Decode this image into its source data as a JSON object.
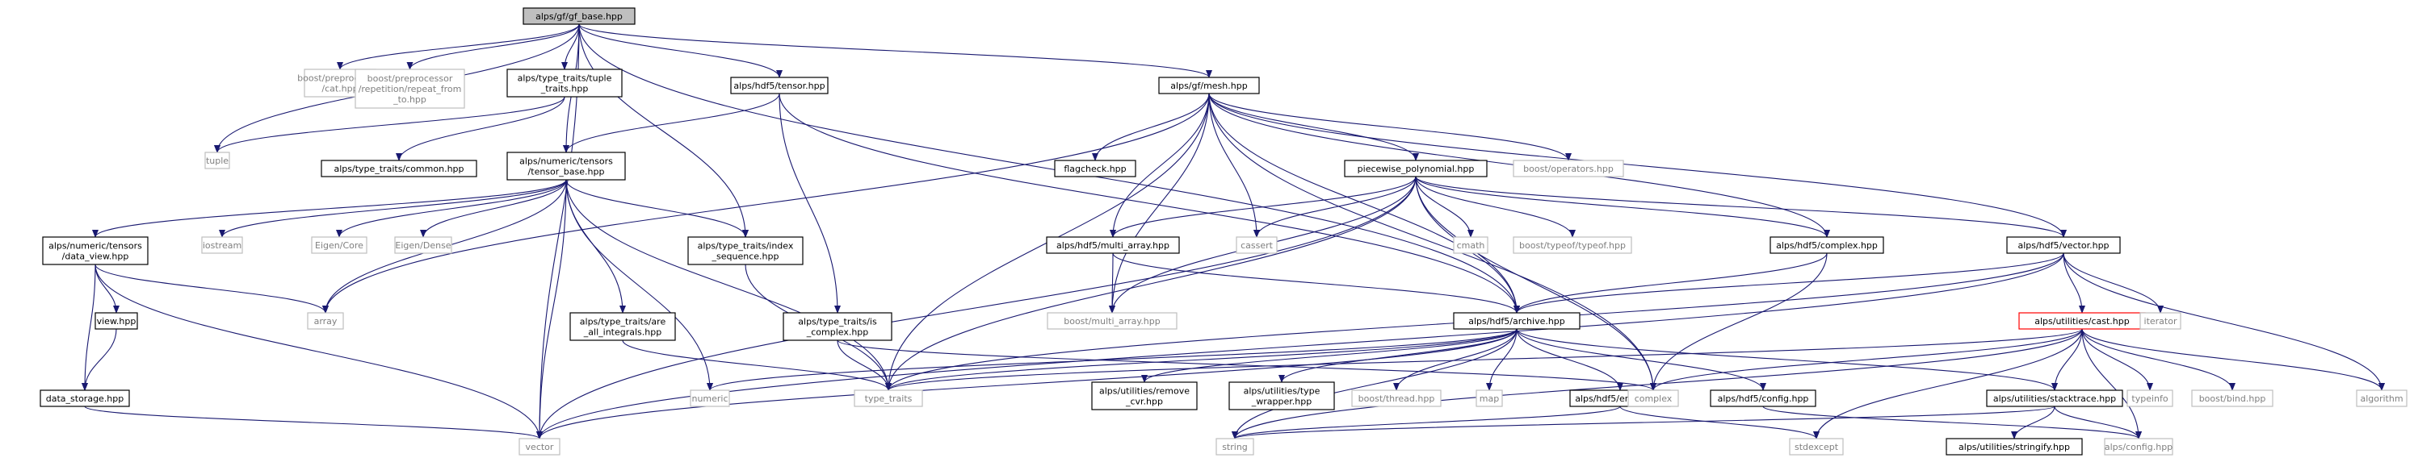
{
  "diagram": {
    "title": "alps/gf/gf_base.hpp",
    "colors": {
      "edge": "#191970",
      "root_fill": "#bfbfbf",
      "node_stroke": "#000000",
      "external_stroke": "#bfbfbf",
      "external_text": "#7f7f7f",
      "truncated_stroke": "#ff0000"
    },
    "nodes": [
      {
        "id": "n0",
        "lines": [
          "alps/gf/gf_base.hpp"
        ],
        "kind": "root"
      },
      {
        "id": "n1",
        "lines": [
          "tuple"
        ],
        "kind": "external"
      },
      {
        "id": "n2",
        "lines": [
          "boost/preprocessor",
          "/cat.hpp"
        ],
        "kind": "external"
      },
      {
        "id": "n3",
        "lines": [
          "boost/preprocessor",
          "/repetition/repeat_from",
          "_to.hpp"
        ],
        "kind": "external"
      },
      {
        "id": "n4",
        "lines": [
          "alps/type_traits/tuple",
          "_traits.hpp"
        ],
        "kind": "normal"
      },
      {
        "id": "n5",
        "lines": [
          "alps/hdf5/tensor.hpp"
        ],
        "kind": "normal"
      },
      {
        "id": "n6",
        "lines": [
          "alps/gf/mesh.hpp"
        ],
        "kind": "normal"
      },
      {
        "id": "n7",
        "lines": [
          "alps/type_traits/common.hpp"
        ],
        "kind": "normal"
      },
      {
        "id": "n8",
        "lines": [
          "alps/numeric/tensors",
          "/tensor_base.hpp"
        ],
        "kind": "normal"
      },
      {
        "id": "n9",
        "lines": [
          "flagcheck.hpp"
        ],
        "kind": "normal"
      },
      {
        "id": "n10",
        "lines": [
          "piecewise_polynomial.hpp"
        ],
        "kind": "normal"
      },
      {
        "id": "n11",
        "lines": [
          "boost/operators.hpp"
        ],
        "kind": "external"
      },
      {
        "id": "n12",
        "lines": [
          "alps/numeric/tensors",
          "/data_view.hpp"
        ],
        "kind": "normal"
      },
      {
        "id": "n13",
        "lines": [
          "iostream"
        ],
        "kind": "external"
      },
      {
        "id": "n14",
        "lines": [
          "Eigen/Core"
        ],
        "kind": "external"
      },
      {
        "id": "n15",
        "lines": [
          "Eigen/Dense"
        ],
        "kind": "external"
      },
      {
        "id": "n16",
        "lines": [
          "alps/type_traits/index",
          "_sequence.hpp"
        ],
        "kind": "normal"
      },
      {
        "id": "n17",
        "lines": [
          "alps/hdf5/multi_array.hpp"
        ],
        "kind": "normal"
      },
      {
        "id": "n18",
        "lines": [
          "cassert"
        ],
        "kind": "external"
      },
      {
        "id": "n19",
        "lines": [
          "cmath"
        ],
        "kind": "external"
      },
      {
        "id": "n20",
        "lines": [
          "boost/typeof/typeof.hpp"
        ],
        "kind": "external"
      },
      {
        "id": "n21",
        "lines": [
          "alps/hdf5/complex.hpp"
        ],
        "kind": "normal"
      },
      {
        "id": "n22",
        "lines": [
          "alps/hdf5/vector.hpp"
        ],
        "kind": "normal"
      },
      {
        "id": "n23",
        "lines": [
          "view.hpp"
        ],
        "kind": "normal"
      },
      {
        "id": "n24",
        "lines": [
          "array"
        ],
        "kind": "external"
      },
      {
        "id": "n25",
        "lines": [
          "alps/type_traits/are",
          "_all_integrals.hpp"
        ],
        "kind": "normal"
      },
      {
        "id": "n26",
        "lines": [
          "alps/type_traits/is",
          "_complex.hpp"
        ],
        "kind": "normal"
      },
      {
        "id": "n27",
        "lines": [
          "boost/multi_array.hpp"
        ],
        "kind": "external"
      },
      {
        "id": "n28",
        "lines": [
          "alps/hdf5/archive.hpp"
        ],
        "kind": "normal"
      },
      {
        "id": "n29",
        "lines": [
          "alps/utilities/cast.hpp"
        ],
        "kind": "truncated"
      },
      {
        "id": "n30",
        "lines": [
          "iterator"
        ],
        "kind": "external"
      },
      {
        "id": "n31",
        "lines": [
          "data_storage.hpp"
        ],
        "kind": "normal"
      },
      {
        "id": "n32",
        "lines": [
          "numeric"
        ],
        "kind": "external"
      },
      {
        "id": "n33",
        "lines": [
          "type_traits"
        ],
        "kind": "external"
      },
      {
        "id": "n34",
        "lines": [
          "alps/utilities/remove",
          "_cvr.hpp"
        ],
        "kind": "normal"
      },
      {
        "id": "n35",
        "lines": [
          "alps/utilities/type",
          "_wrapper.hpp"
        ],
        "kind": "normal"
      },
      {
        "id": "n36",
        "lines": [
          "boost/thread.hpp"
        ],
        "kind": "external"
      },
      {
        "id": "n37",
        "lines": [
          "map"
        ],
        "kind": "external"
      },
      {
        "id": "n38",
        "lines": [
          "alps/hdf5/errors.hpp"
        ],
        "kind": "normal"
      },
      {
        "id": "n39",
        "lines": [
          "alps/hdf5/config.hpp"
        ],
        "kind": "normal"
      },
      {
        "id": "n40",
        "lines": [
          "complex"
        ],
        "kind": "external"
      },
      {
        "id": "n41",
        "lines": [
          "alps/utilities/stacktrace.hpp"
        ],
        "kind": "normal"
      },
      {
        "id": "n42",
        "lines": [
          "typeinfo"
        ],
        "kind": "external"
      },
      {
        "id": "n43",
        "lines": [
          "boost/bind.hpp"
        ],
        "kind": "external"
      },
      {
        "id": "n44",
        "lines": [
          "algorithm"
        ],
        "kind": "external"
      },
      {
        "id": "n45",
        "lines": [
          "vector"
        ],
        "kind": "external"
      },
      {
        "id": "n46",
        "lines": [
          "string"
        ],
        "kind": "external"
      },
      {
        "id": "n47",
        "lines": [
          "stdexcept"
        ],
        "kind": "external"
      },
      {
        "id": "n48",
        "lines": [
          "alps/utilities/stringify.hpp"
        ],
        "kind": "normal"
      },
      {
        "id": "n49",
        "lines": [
          "alps/config.hpp"
        ],
        "kind": "external"
      }
    ],
    "edges": [
      [
        "n0",
        "n1"
      ],
      [
        "n0",
        "n2"
      ],
      [
        "n0",
        "n3"
      ],
      [
        "n0",
        "n4"
      ],
      [
        "n0",
        "n5"
      ],
      [
        "n0",
        "n6"
      ],
      [
        "n0",
        "n8"
      ],
      [
        "n0",
        "n16"
      ],
      [
        "n0",
        "n45"
      ],
      [
        "n0",
        "n28"
      ],
      [
        "n4",
        "n1"
      ],
      [
        "n4",
        "n7"
      ],
      [
        "n5",
        "n8"
      ],
      [
        "n5",
        "n26"
      ],
      [
        "n5",
        "n28"
      ],
      [
        "n6",
        "n9"
      ],
      [
        "n6",
        "n10"
      ],
      [
        "n6",
        "n11"
      ],
      [
        "n6",
        "n18"
      ],
      [
        "n6",
        "n17"
      ],
      [
        "n6",
        "n21"
      ],
      [
        "n6",
        "n22"
      ],
      [
        "n6",
        "n24"
      ],
      [
        "n6",
        "n27"
      ],
      [
        "n6",
        "n28"
      ],
      [
        "n6",
        "n33"
      ],
      [
        "n6",
        "n40"
      ],
      [
        "n8",
        "n12"
      ],
      [
        "n8",
        "n13"
      ],
      [
        "n8",
        "n14"
      ],
      [
        "n8",
        "n15"
      ],
      [
        "n8",
        "n16"
      ],
      [
        "n8",
        "n24"
      ],
      [
        "n8",
        "n25"
      ],
      [
        "n8",
        "n32"
      ],
      [
        "n8",
        "n33"
      ],
      [
        "n8",
        "n45"
      ],
      [
        "n10",
        "n17"
      ],
      [
        "n10",
        "n18"
      ],
      [
        "n10",
        "n19"
      ],
      [
        "n10",
        "n20"
      ],
      [
        "n10",
        "n21"
      ],
      [
        "n10",
        "n22"
      ],
      [
        "n10",
        "n27"
      ],
      [
        "n10",
        "n28"
      ],
      [
        "n10",
        "n33"
      ],
      [
        "n10",
        "n40"
      ],
      [
        "n10",
        "n45"
      ],
      [
        "n12",
        "n23"
      ],
      [
        "n12",
        "n24"
      ],
      [
        "n12",
        "n31"
      ],
      [
        "n12",
        "n45"
      ],
      [
        "n16",
        "n33"
      ],
      [
        "n17",
        "n27"
      ],
      [
        "n17",
        "n28"
      ],
      [
        "n21",
        "n28"
      ],
      [
        "n21",
        "n40"
      ],
      [
        "n22",
        "n28"
      ],
      [
        "n22",
        "n29"
      ],
      [
        "n22",
        "n30"
      ],
      [
        "n22",
        "n33"
      ],
      [
        "n22",
        "n44"
      ],
      [
        "n22",
        "n45"
      ],
      [
        "n23",
        "n31"
      ],
      [
        "n25",
        "n33"
      ],
      [
        "n26",
        "n33"
      ],
      [
        "n26",
        "n40"
      ],
      [
        "n28",
        "n32"
      ],
      [
        "n28",
        "n33"
      ],
      [
        "n28",
        "n34"
      ],
      [
        "n28",
        "n35"
      ],
      [
        "n28",
        "n36"
      ],
      [
        "n28",
        "n37"
      ],
      [
        "n28",
        "n38"
      ],
      [
        "n28",
        "n39"
      ],
      [
        "n28",
        "n41"
      ],
      [
        "n28",
        "n45"
      ],
      [
        "n28",
        "n46"
      ],
      [
        "n29",
        "n33"
      ],
      [
        "n29",
        "n40"
      ],
      [
        "n29",
        "n41"
      ],
      [
        "n29",
        "n42"
      ],
      [
        "n29",
        "n43"
      ],
      [
        "n29",
        "n44"
      ],
      [
        "n29",
        "n46"
      ],
      [
        "n29",
        "n47"
      ],
      [
        "n29",
        "n49"
      ],
      [
        "n31",
        "n45"
      ],
      [
        "n38",
        "n46"
      ],
      [
        "n38",
        "n47"
      ],
      [
        "n39",
        "n49"
      ],
      [
        "n41",
        "n46"
      ],
      [
        "n41",
        "n48"
      ],
      [
        "n41",
        "n49"
      ]
    ]
  }
}
